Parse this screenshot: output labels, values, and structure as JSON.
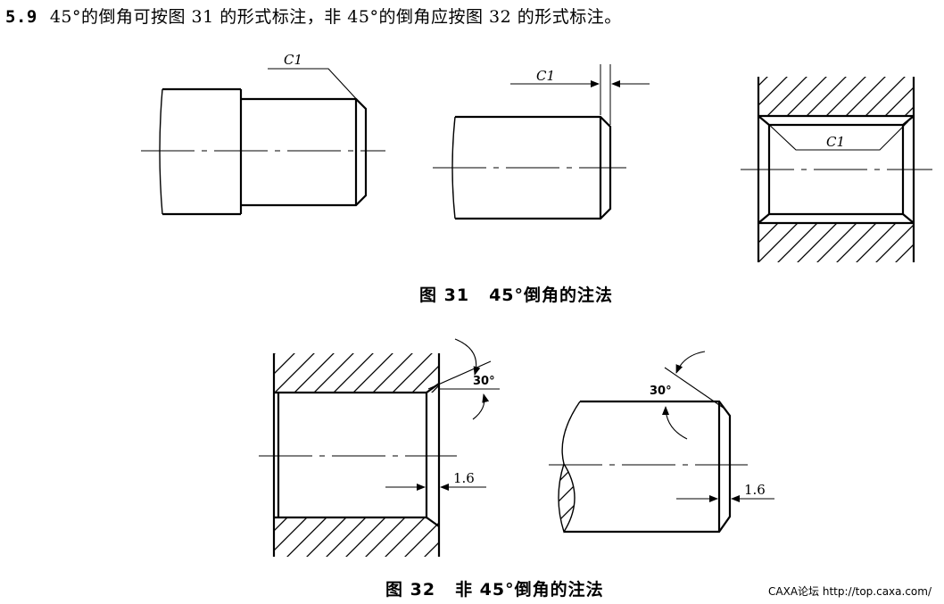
{
  "heading": {
    "number": "5.9",
    "text": "45°的倒角可按图 31 的形式标注，非 45°的倒角应按图 32 的形式标注。"
  },
  "figure31": {
    "label": "图 31",
    "caption": "45°倒角的注法",
    "dim_a": "C1",
    "dim_b": "C1",
    "dim_c": "C1"
  },
  "figure32": {
    "label": "图 32",
    "caption": "非 45°倒角的注法",
    "left_angle": "30°",
    "left_length": "1.6",
    "right_angle": "30°",
    "right_length": "1.6"
  },
  "watermark": "CAXA论坛 http://top.caxa.com/"
}
